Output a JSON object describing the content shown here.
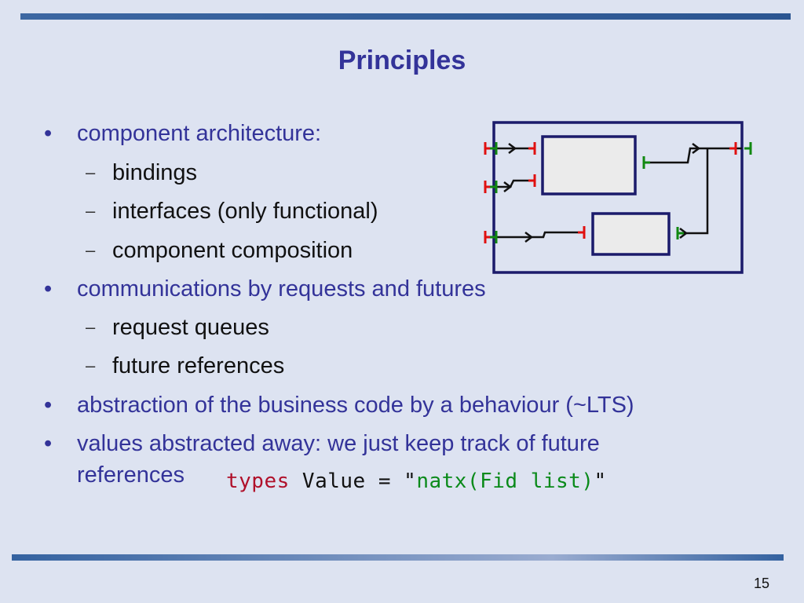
{
  "slide": {
    "title": "Principles",
    "page_number": "15",
    "bullets": [
      {
        "text": "component architecture:",
        "sub": [
          "bindings",
          "interfaces (only functional)",
          "component composition"
        ]
      },
      {
        "text": "communications by requests and futures",
        "sub": [
          "request queues",
          "future references"
        ]
      },
      {
        "text": "abstraction of the business code by a behaviour (~LTS)",
        "sub": []
      },
      {
        "text": "values abstracted away: we just keep track of future",
        "continuation": "references",
        "sub": []
      }
    ],
    "bullet_symbol": "•",
    "sub_bullet_symbol": "–",
    "code": {
      "keyword": "types",
      "middle": " Value = \"",
      "string": "natx(Fid list)",
      "end": "\""
    }
  },
  "colors": {
    "background": "#dde3f1",
    "title": "#333399",
    "bar": "#3462a0",
    "diagram_border": "#1b1b6b",
    "server_interface": "#e01010",
    "client_interface": "#118811",
    "box_fill": "#ebebeb"
  }
}
